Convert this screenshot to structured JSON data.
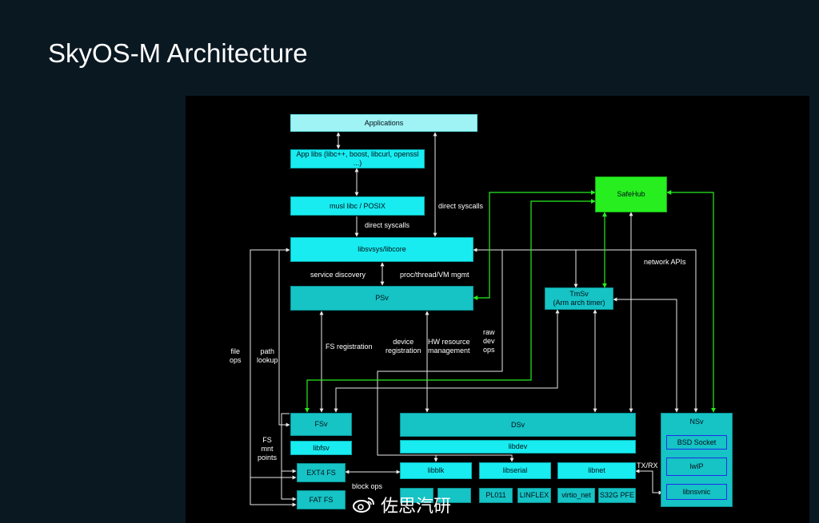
{
  "title": "SkyOS-M Architecture",
  "boxes": {
    "applications": "Applications",
    "app_libs": "App libs (libc++, boost, libcurl, openssl ...)",
    "musl": "musl libc / POSIX",
    "libsvsys": "libsvsys/libcore",
    "psv": "PSv",
    "safehub": "SafeHub",
    "tmsv_title": "TmSv",
    "tmsv_sub": "(Arm arch timer)",
    "fsv": "FSv",
    "libfsv": "libfsv",
    "ext4": "EXT4 FS",
    "fat": "FAT FS",
    "dsv": "DSv",
    "libdev": "libdev",
    "libblk": "libblk",
    "libserial": "libserial",
    "libnet": "libnet",
    "drv_pl011": "PL011",
    "drv_linflex": "LINFLEX",
    "drv_virtio": "virtio_net",
    "drv_s32g": "S32G PFE",
    "nsv": "NSv",
    "bsd_socket": "BSD Socket",
    "lwip": "lwIP",
    "libnsvnic": "libnsvnic"
  },
  "labels": {
    "direct_syscalls_1": "direct syscalls",
    "direct_syscalls_2": "direct syscalls",
    "service_discovery": "service discovery",
    "proc_mgmt": "proc/thread/VM mgmt",
    "network_apis": "network APIs",
    "file_ops": "file\nops",
    "path_lookup": "path\nlookup",
    "fs_registration": "FS registration",
    "device_registration": "device\nregistration",
    "hw_resource": "HW resource\nmanagement",
    "raw_dev_ops": "raw\ndev\nops",
    "fs_mnt_points": "FS\nmnt\npoints",
    "tx_rx": "TX/RX",
    "block_ops": "block ops"
  },
  "watermark": "佐思汽研",
  "colors": {
    "background": "#0a1822",
    "light_cyan": "#9ff3f5",
    "cyan": "#18ecf0",
    "teal": "#16c3c5",
    "green": "#27ee1f",
    "blue_border": "#1d2fe8"
  }
}
